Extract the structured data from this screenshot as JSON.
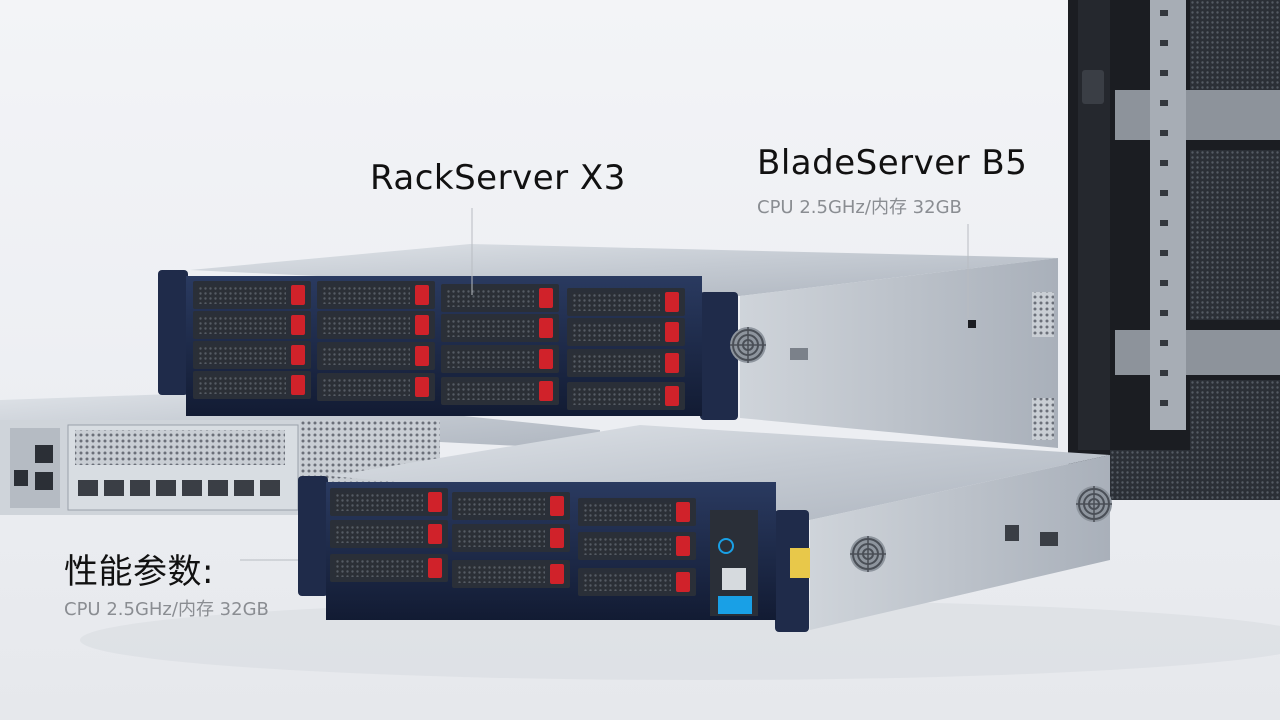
{
  "labels": {
    "rack": {
      "title": "RackServer X3"
    },
    "blade": {
      "title": "BladeServer B5",
      "spec": "CPU 2.5GHz/内存 32GB"
    },
    "perf": {
      "title": "性能参数:",
      "spec": "CPU 2.5GHz/内存 32GB"
    }
  },
  "colors": {
    "background": "#eceef2",
    "chassis_dark": "#1f2b4a",
    "chassis_silver": "#b9c0c9",
    "drive_latch_red": "#d0222a",
    "status_blue": "#19a0e6",
    "rack_cabinet": "#1b1d22"
  }
}
